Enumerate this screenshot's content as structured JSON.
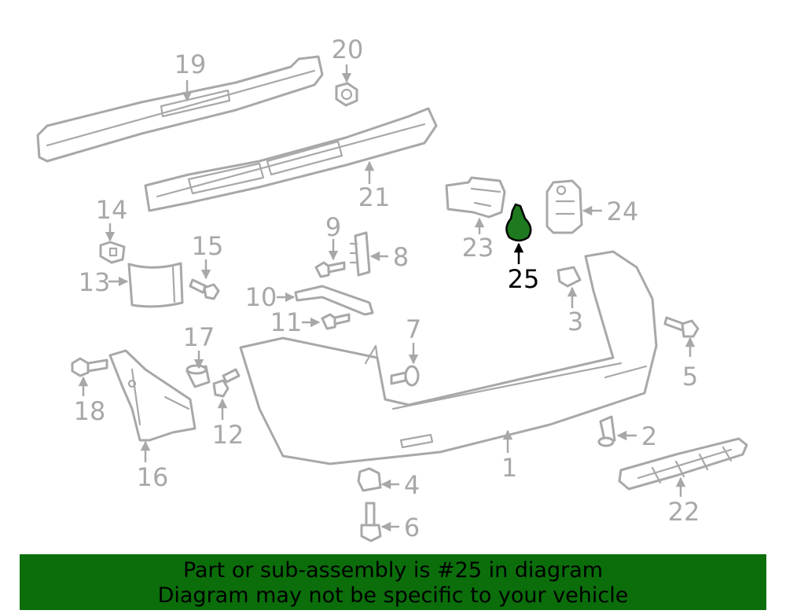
{
  "colors": {
    "line": "#a8a8a8",
    "highlight_fill": "#1e7a1e",
    "footer_bg": "#0b6e0b",
    "label_highlight": "#000000"
  },
  "callouts": {
    "c1": "1",
    "c2": "2",
    "c3": "3",
    "c4": "4",
    "c5": "5",
    "c6": "6",
    "c7": "7",
    "c8": "8",
    "c9": "9",
    "c10": "10",
    "c11": "11",
    "c12": "12",
    "c13": "13",
    "c14": "14",
    "c15": "15",
    "c16": "16",
    "c17": "17",
    "c18": "18",
    "c19": "19",
    "c20": "20",
    "c21": "21",
    "c22": "22",
    "c23": "23",
    "c24": "24",
    "c25": "25"
  },
  "highlighted_part": "25",
  "footer": {
    "line1": "Part or sub-assembly is #25 in diagram",
    "line2": "Diagram may not be specific to your vehicle"
  }
}
